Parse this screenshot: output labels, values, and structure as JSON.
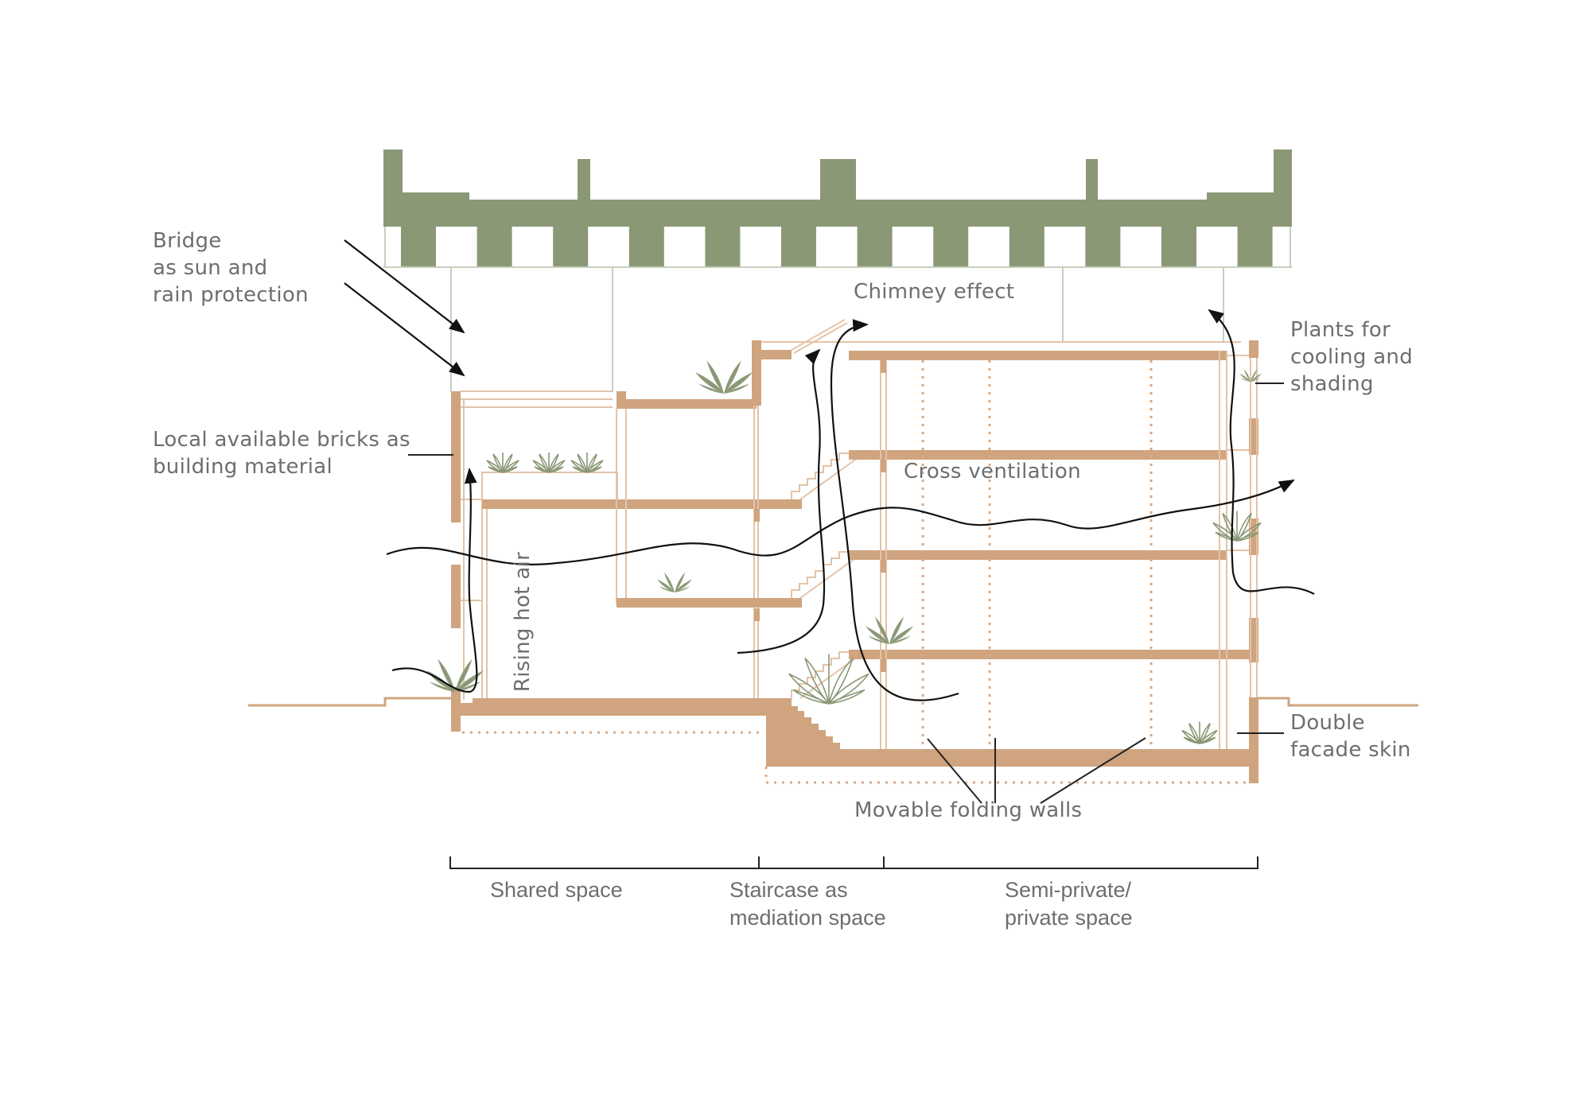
{
  "diagram": {
    "type": "architectural-section",
    "colors": {
      "brick": "#cfa47f",
      "roof": "#8a9876",
      "plants": "#8a9876",
      "flow_arrows": "#111111",
      "text": "#6e6e6e"
    }
  },
  "labels": {
    "bridge": "Bridge\nas sun and\nrain protection",
    "bricks": "Local available bricks as\nbuilding material",
    "chimney": "Chimney effect",
    "plants": "Plants for\ncooling and\nshading",
    "cross_ventilation": "Cross ventilation",
    "rising_hot_air": "Rising hot air",
    "movable_walls": "Movable folding walls",
    "double_facade": "Double\nfacade skin"
  },
  "zones": [
    {
      "label": "Shared space"
    },
    {
      "label": "Staircase as\nmediation space"
    },
    {
      "label": "Semi-private/\nprivate space"
    }
  ]
}
